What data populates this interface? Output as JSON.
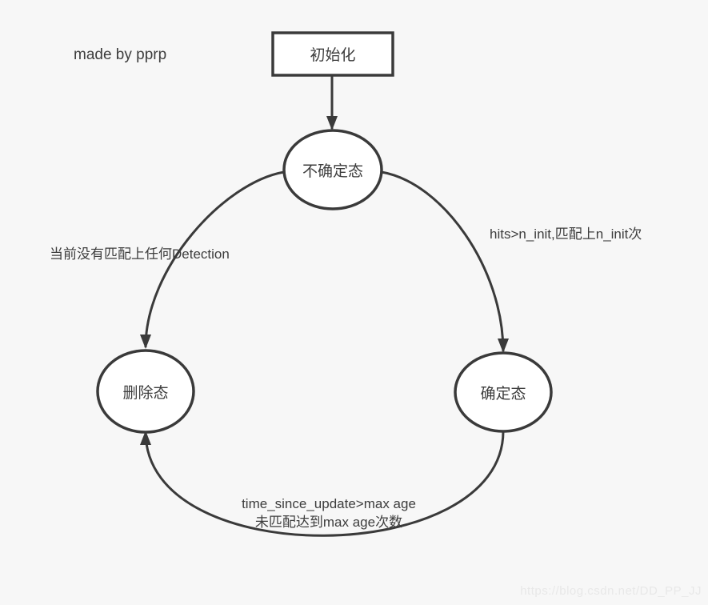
{
  "page": {
    "background_color": "#f7f7f7",
    "line_color": "#3a3a3a",
    "text_color": "#3d3d3d",
    "watermark_color": "#e8e8e8"
  },
  "credit": "made by pprp",
  "diagram": {
    "init": {
      "label": "初始化"
    },
    "states": {
      "tentative": {
        "label": "不确定态"
      },
      "deleted": {
        "label": "删除态"
      },
      "confirmed": {
        "label": "确定态"
      }
    },
    "transitions": {
      "tentative_to_deleted": {
        "label": "当前没有匹配上任何Detection"
      },
      "tentative_to_confirmed": {
        "label": "hits>n_init,匹配上n_init次"
      },
      "confirmed_to_deleted": {
        "line1": "time_since_update>max age",
        "line2": "未匹配达到max age次数"
      }
    }
  },
  "watermark": "https://blog.csdn.net/DD_PP_JJ"
}
